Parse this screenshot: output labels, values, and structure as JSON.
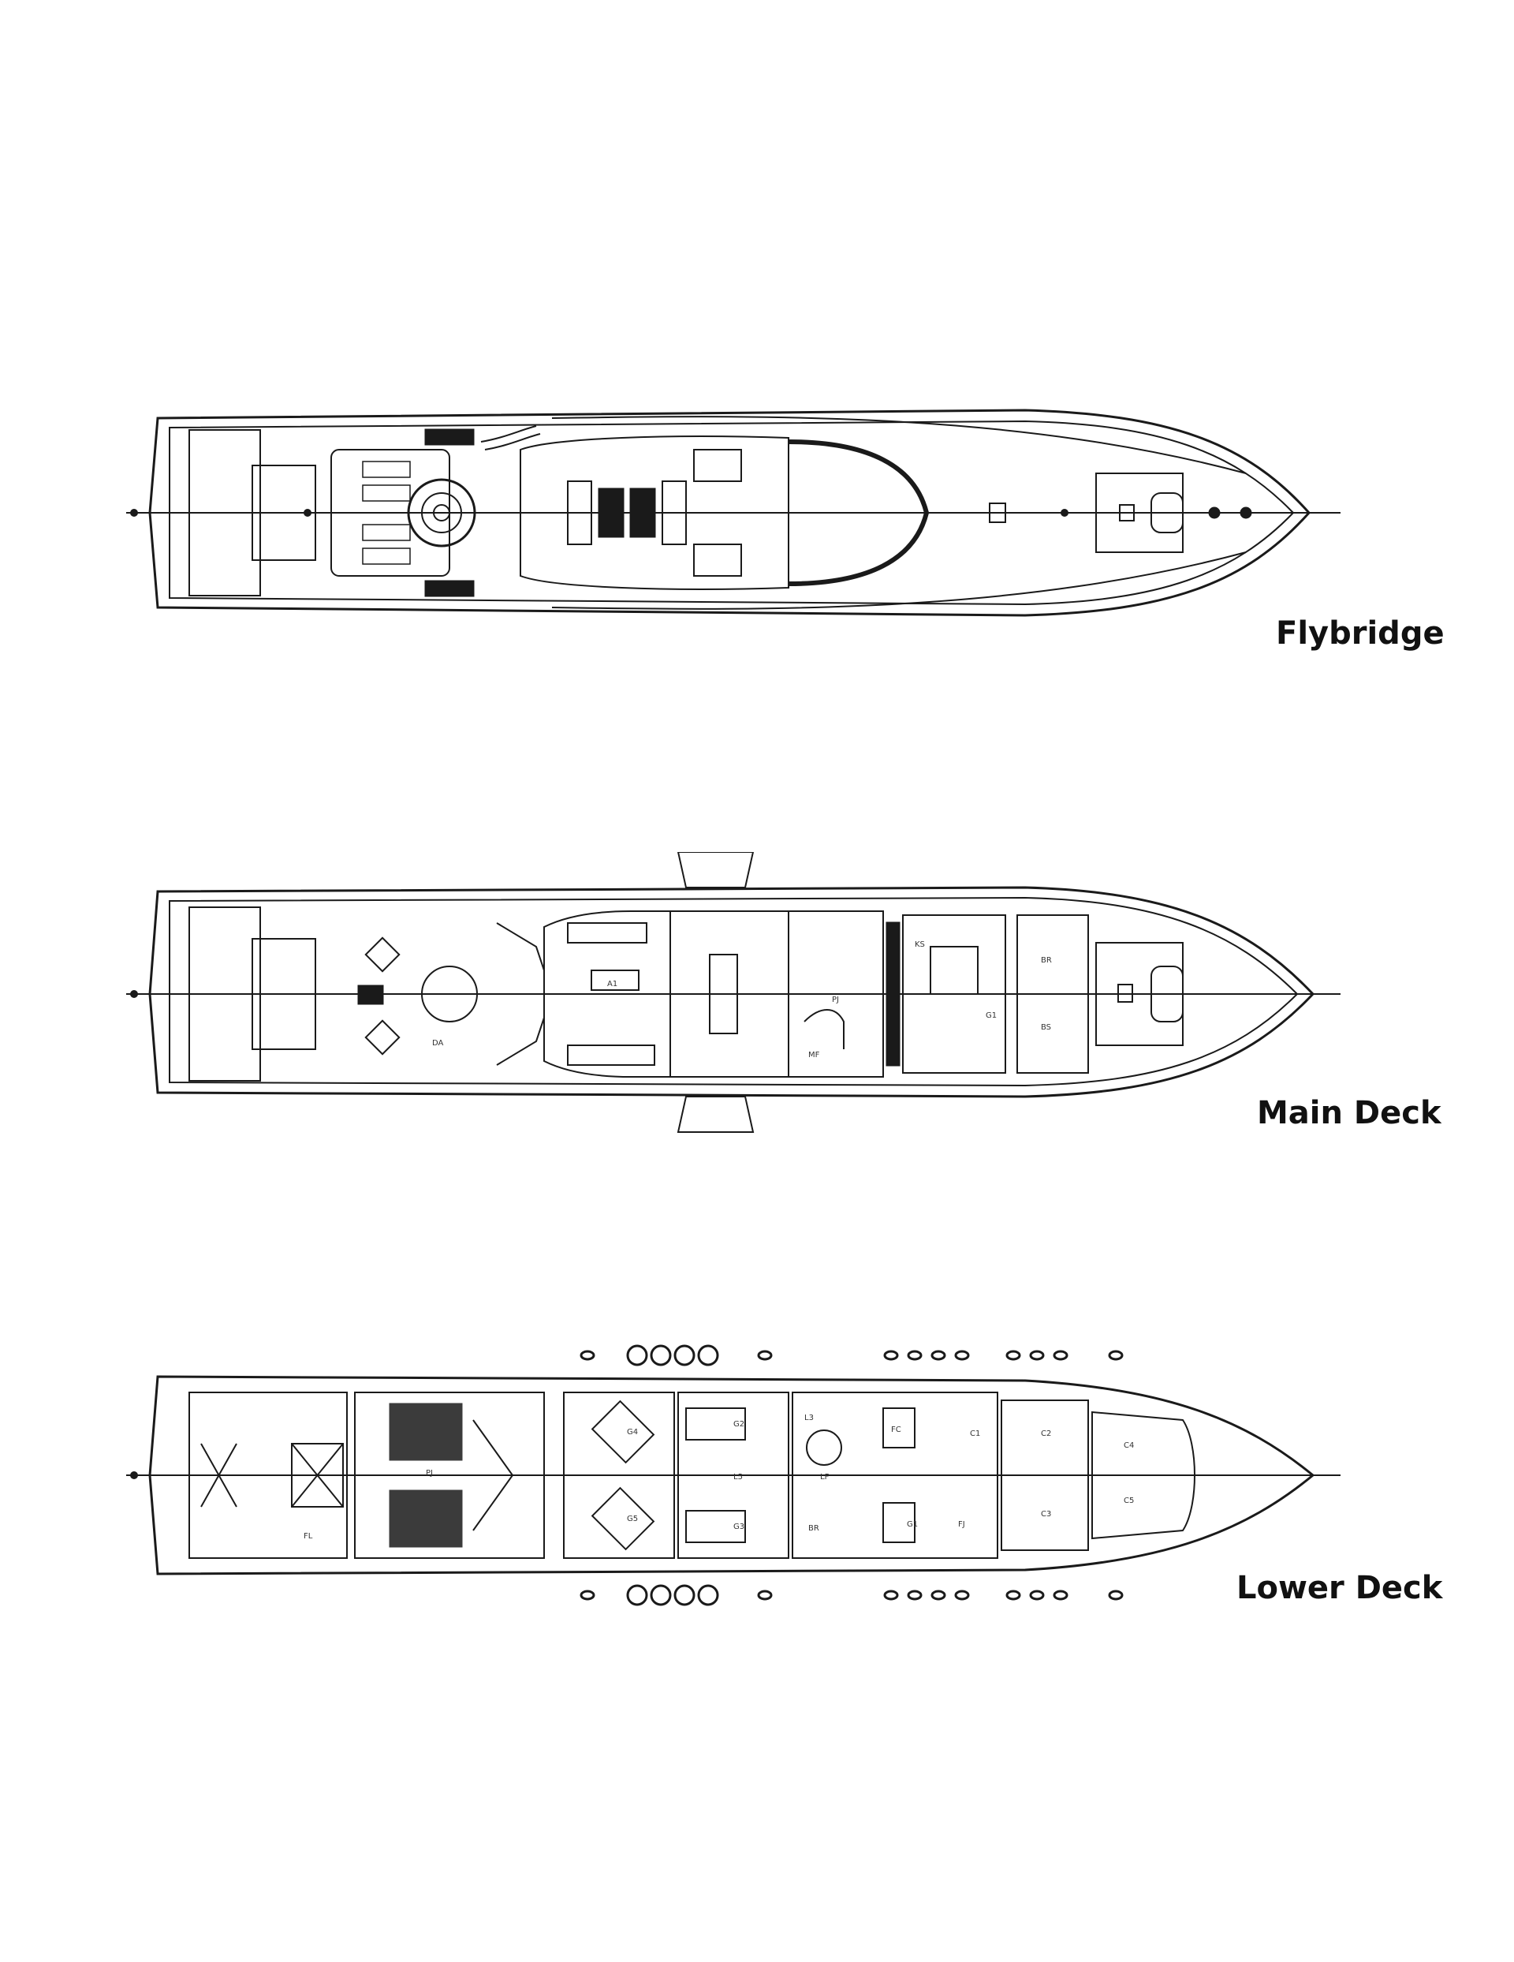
{
  "decks": [
    {
      "id": "flybridge",
      "label": "Flybridge"
    },
    {
      "id": "main",
      "label": "Main Deck"
    },
    {
      "id": "lower",
      "label": "Lower Deck"
    }
  ],
  "main_deck_rooms": [
    "DA",
    "A1",
    "PJ",
    "MF",
    "KS",
    "G1",
    "BR",
    "BS"
  ],
  "lower_deck_rooms": [
    "PJ",
    "FL",
    "G4",
    "G2",
    "G3",
    "G5",
    "L5",
    "LF",
    "FC",
    "C1",
    "C2",
    "C3",
    "C4",
    "C5",
    "L3",
    "G1",
    "FJ",
    "BR"
  ],
  "colors": {
    "line": "#1a1a1a",
    "background": "#ffffff"
  }
}
